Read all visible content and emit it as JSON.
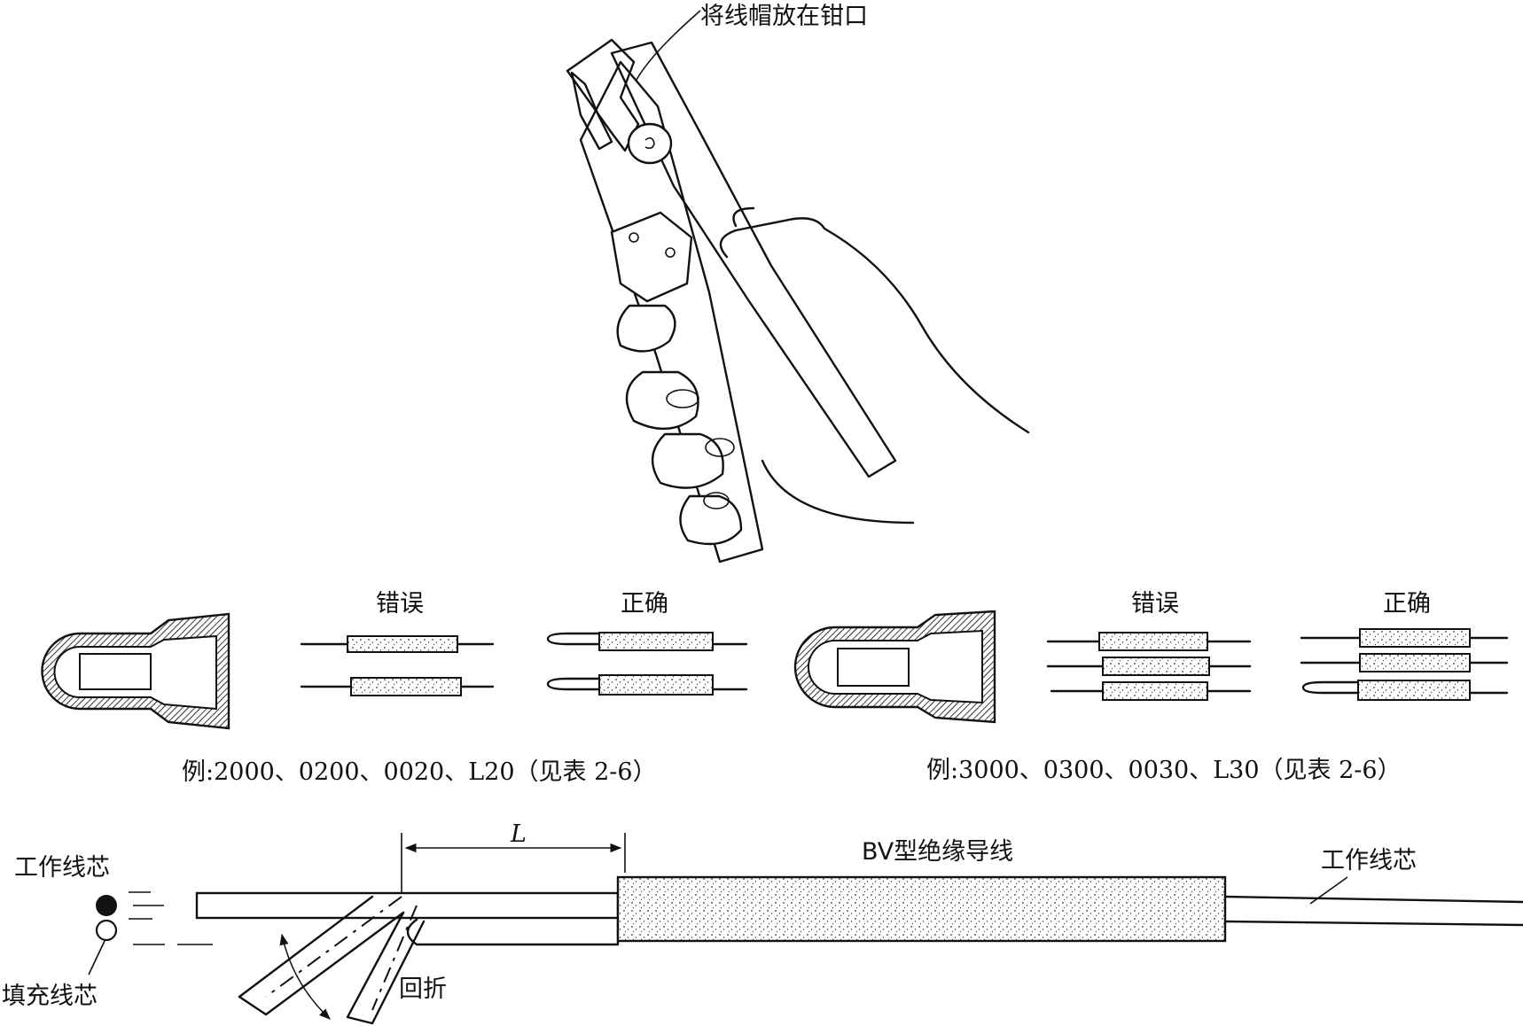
{
  "top": {
    "callout": "将线帽放在钳口"
  },
  "groups": [
    {
      "wrong_label": "错误",
      "right_label": "正确",
      "example": "例:2000、0200、0020、L20（见表 2-6）"
    },
    {
      "wrong_label": "错误",
      "right_label": "正确",
      "example": "例:3000、0300、0030、L30（见表 2-6）"
    }
  ],
  "bottom": {
    "dimension": "L",
    "wire_type": "BV型绝缘导线",
    "left_core": "工作线芯",
    "filler_core": "填充线芯",
    "right_core": "工作线芯",
    "fold": "回折"
  }
}
